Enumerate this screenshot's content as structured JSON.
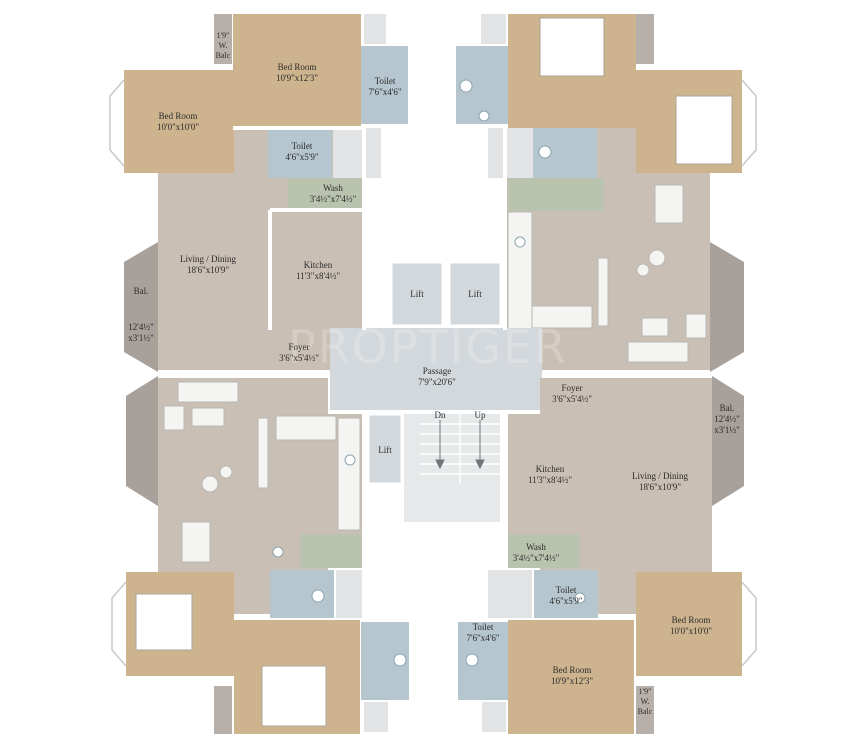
{
  "watermark": "PROPTIGER",
  "colors": {
    "living": "#c9bfb4",
    "bedroom": "#cdb48f",
    "toilet": "#b6c6cf",
    "wash": "#b9c3ad",
    "common": "#d3d8dc",
    "stair": "#e6e8ea",
    "balcony": "#a8a09a",
    "wall": "#ffffff"
  },
  "labels": {
    "tl_bedroom1_name": "Bed Room",
    "tl_bedroom1_size": "10'9\"x12'3\"",
    "tl_bedroom2_name": "Bed Room",
    "tl_bedroom2_size": "10'0\"x10'0\"",
    "tl_toilet1_name": "Toilet",
    "tl_toilet1_size": "7'6\"x4'6\"",
    "tl_toilet2_name": "Toilet",
    "tl_toilet2_size": "4'6\"x5'9\"",
    "tl_wash_name": "Wash",
    "tl_wash_size": "3'4½\"x7'4½\"",
    "tl_living_name": "Living / Dining",
    "tl_living_size": "18'6\"x10'9\"",
    "tl_kitchen_name": "Kitchen",
    "tl_kitchen_size": "11'3\"x8'4½\"",
    "tl_bal_name": "Bal.",
    "tl_bal_size1": "12'4½\"",
    "tl_bal_size2": "x3'1½\"",
    "tl_foyer_name": "Foyer",
    "tl_foyer_size": "3'6\"x5'4½\"",
    "tl_wbalc_1": "1'9\"",
    "tl_wbalc_2": "W.",
    "tl_wbalc_3": "Balc",
    "lift1": "Lift",
    "lift2": "Lift",
    "lift3": "Lift",
    "passage_name": "Passage",
    "passage_size": "7'9\"x20'6\"",
    "stair_dn": "Dn",
    "stair_up": "Up",
    "br_foyer_name": "Foyer",
    "br_foyer_size": "3'6\"x5'4½\"",
    "br_bal_name": "Bal.",
    "br_bal_size1": "12'4½\"",
    "br_bal_size2": "x3'1½\"",
    "br_kitchen_name": "Kitchen",
    "br_kitchen_size": "11'3\"x8'4½\"",
    "br_living_name": "Living / Dining",
    "br_living_size": "18'6\"x10'9\"",
    "br_wash_name": "Wash",
    "br_wash_size": "3'4½\"x7'4½\"",
    "br_toilet2_name": "Toilet",
    "br_toilet2_size": "4'6\"x5'9\"",
    "br_bedroom2_name": "Bed Room",
    "br_bedroom2_size": "10'0\"x10'0\"",
    "br_toilet1_name": "Toilet",
    "br_toilet1_size": "7'6\"x4'6\"",
    "br_bedroom1_name": "Bed Room",
    "br_bedroom1_size": "10'9\"x12'3\"",
    "br_wbalc_1": "1'9\"",
    "br_wbalc_2": "W.",
    "br_wbalc_3": "Balc"
  }
}
